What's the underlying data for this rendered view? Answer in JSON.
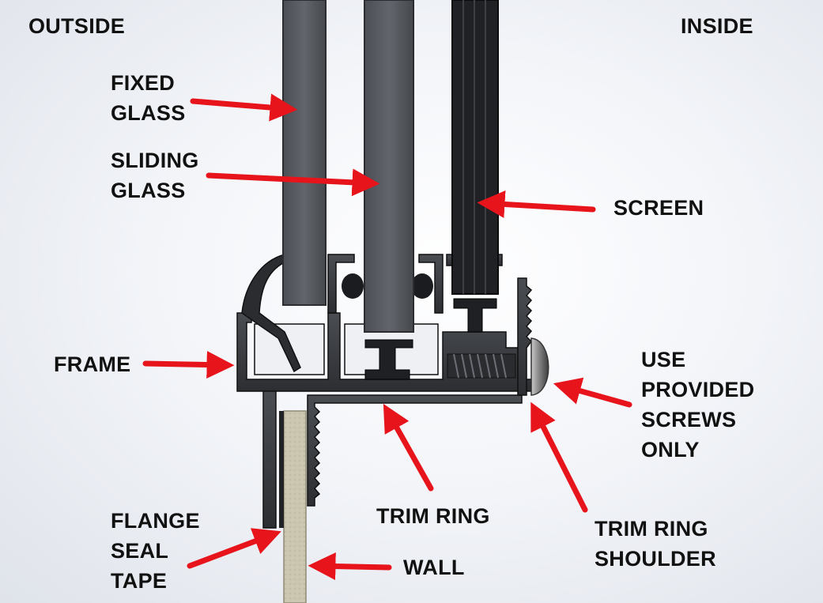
{
  "labels": {
    "outside": "OUTSIDE",
    "inside": "INSIDE",
    "fixed_glass": "FIXED\nGLASS",
    "sliding_glass": "SLIDING\nGLASS",
    "screen": "SCREEN",
    "frame": "FRAME",
    "screws": "USE\nPROVIDED\nSCREWS\nONLY",
    "trim_ring": "TRIM RING",
    "trim_ring_shoulder": "TRIM RING\nSHOULDER",
    "flange_seal_tape": "FLANGE\nSEAL\nTAPE",
    "wall": "WALL"
  },
  "colors": {
    "arrow": "#e8141c",
    "profile": "#3a3d42",
    "glass": "#54575d",
    "wall": "#c9c4ae",
    "text": "#111111"
  }
}
